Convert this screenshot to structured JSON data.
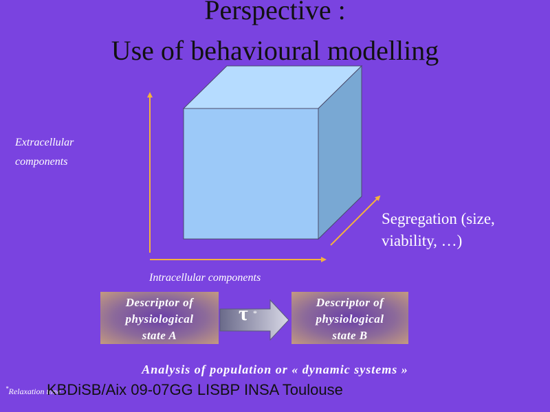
{
  "title": {
    "line1": "Perspective :",
    "line2": "Use of behavioural modelling"
  },
  "axes": {
    "y_label": "Extracellular components",
    "x_label": "Intracellular components",
    "z_label": "Segregation (size, viability, …)"
  },
  "descriptors": {
    "a": [
      "Descriptor of",
      "physiological",
      "state A"
    ],
    "b": [
      "Descriptor of",
      "physiological",
      "state B"
    ]
  },
  "transition": {
    "symbol": "τ",
    "marker": "*"
  },
  "analysis": "Analysis of population or « dynamic systems »",
  "footer": "KBDiSB/Aix 09-07GG LISBP INSA Toulouse",
  "footnote": {
    "marker": "*",
    "text": "Relaxation time"
  },
  "colors": {
    "background": "#7A43E0",
    "cube_front": "#9CC9F8",
    "cube_top": "#B6DCFF",
    "cube_side": "#79A8D3",
    "axis": "#F4B23E"
  }
}
